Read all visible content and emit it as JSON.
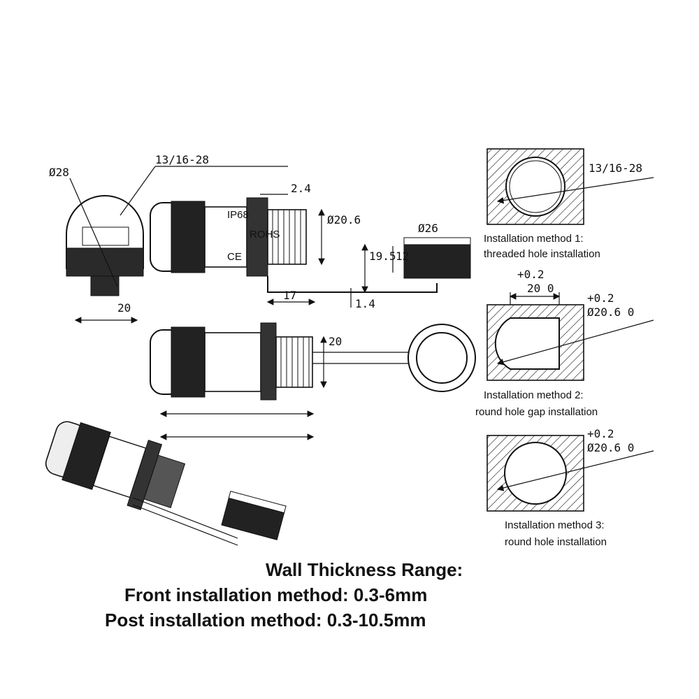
{
  "colors": {
    "ink": "#111111",
    "paper": "#ffffff",
    "dark": "#1a1a1a",
    "mid": "#555555"
  },
  "dims": {
    "d28": "Ø28",
    "thread_top": "13/16-28",
    "d2_4": "2.4",
    "d20_6": "Ø20.6",
    "d17": "17",
    "d1_4": "1.4",
    "d19_5": "19.5",
    "d12": "12",
    "d26": "Ø26",
    "d20_front": "20",
    "d20_side": "20"
  },
  "product_marks": {
    "ip68": "IP68",
    "ce": "CE",
    "rohs": "ROHS"
  },
  "methods": [
    {
      "dim_label": "13/16-28",
      "caption_line1": "Installation method 1:",
      "caption_line2": "threaded hole installation"
    },
    {
      "tol_top": "+0.2",
      "width_label": "20 0",
      "tol_right": "+0.2",
      "dim_label": "Ø20.6 0",
      "caption_line1": "Installation method 2:",
      "caption_line2": "round hole gap installation"
    },
    {
      "tol_right": "+0.2",
      "dim_label": "Ø20.6 0",
      "caption_line1": "Installation method 3:",
      "caption_line2": "round hole installation"
    }
  ],
  "spec": {
    "line1": "Wall Thickness Range:",
    "line2": "Front installation method: 0.3-6mm",
    "line3": "Post installation method: 0.3-10.5mm"
  }
}
